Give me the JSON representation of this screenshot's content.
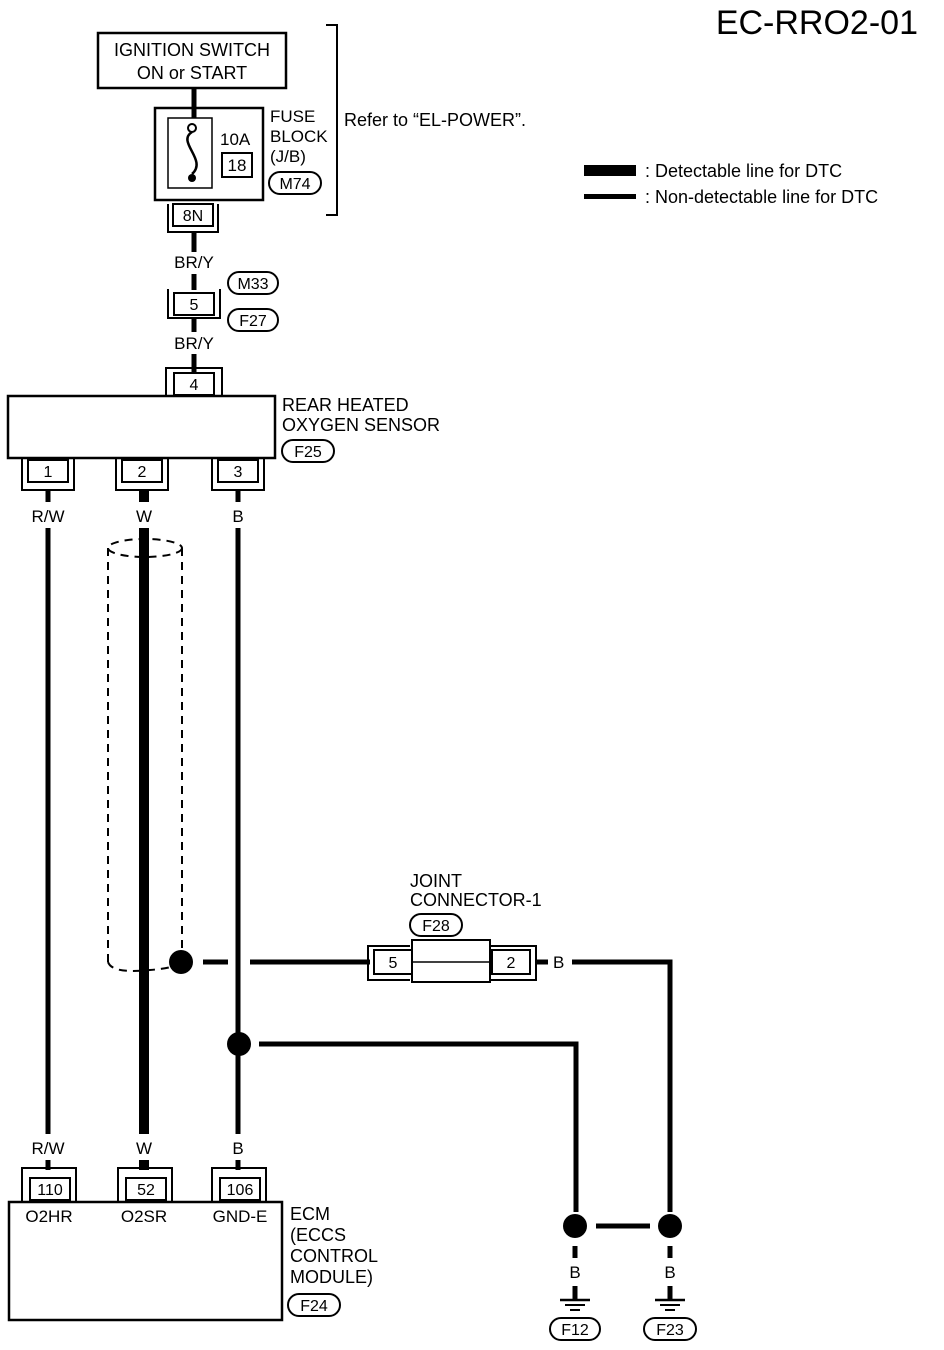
{
  "title": "EC-RRO2-01",
  "legend": {
    "detectable": ": Detectable line for DTC",
    "non_detectable": ": Non-detectable line for DTC"
  },
  "ignition": {
    "line1": "IGNITION SWITCH",
    "line2": "ON or START"
  },
  "fuse_block": {
    "label1": "FUSE",
    "label2": "BLOCK",
    "label3": "(J/B)",
    "amp": "10A",
    "fuse_no": "18",
    "connector": "M74",
    "terminal": "8N"
  },
  "refer_text": "Refer to “EL-POWER”.",
  "wire_bry_1": "BR/Y",
  "wire_bry_2": "BR/Y",
  "harness": {
    "terminal": "5",
    "conn_top": "M33",
    "conn_bottom": "F27"
  },
  "sensor": {
    "line1": "REAR HEATED",
    "line2": "OXYGEN SENSOR",
    "connector": "F25",
    "term_top": "4",
    "term1": "1",
    "term2": "2",
    "term3": "3"
  },
  "wires_top": {
    "w1": "R/W",
    "w2": "W",
    "w3": "B"
  },
  "joint": {
    "line1": "JOINT",
    "line2": "CONNECTOR-1",
    "connector": "F28",
    "left": "5",
    "right": "2",
    "out_wire": "B"
  },
  "wires_bottom": {
    "w1": "R/W",
    "w2": "W",
    "w3": "B"
  },
  "ecm": {
    "line1": "ECM",
    "line2": "(ECCS",
    "line3": "CONTROL",
    "line4": "MODULE)",
    "connector": "F24",
    "t110": "110",
    "t52": "52",
    "t106": "106",
    "p1": "O2HR",
    "p2": "O2SR",
    "p3": "GND-E"
  },
  "grounds": {
    "g1_wire": "B",
    "g1": "F12",
    "g2_wire": "B",
    "g2": "F23"
  }
}
